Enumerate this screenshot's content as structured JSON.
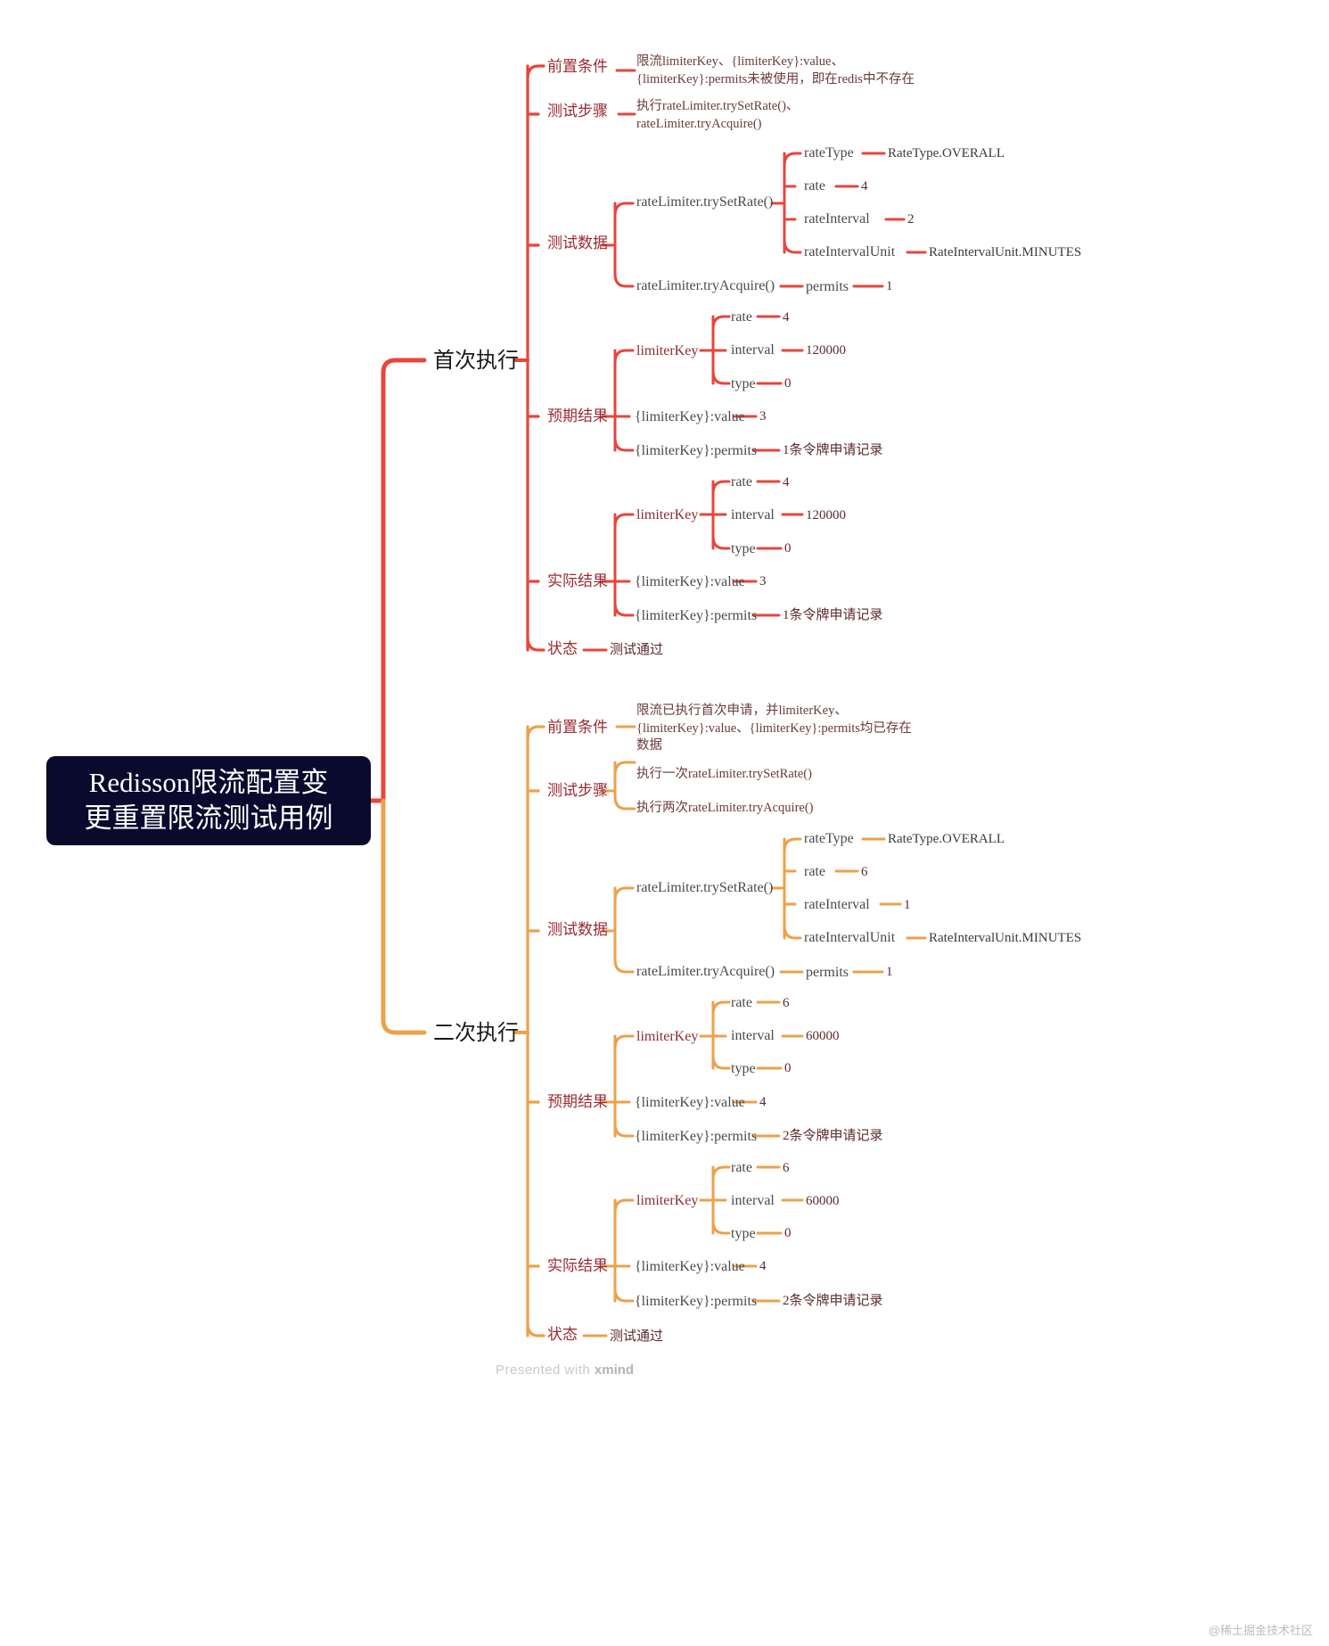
{
  "root": {
    "line1": "Redisson限流配置变",
    "line2": "更重置限流测试用例",
    "bg": "#0a0a2e",
    "color": "#ffffff"
  },
  "branches": [
    {
      "title": "首次执行",
      "color": "#e8453c",
      "sections": {
        "precondition_label": "前置条件",
        "precondition_text": "限流limiterKey、{limiterKey}:value、{limiterKey}:permits未被使用，即在redis中不存在",
        "steps_label": "测试步骤",
        "steps_text": "执行rateLimiter.trySetRate()、rateLimiter.tryAcquire()",
        "testdata_label": "测试数据",
        "trySetRate_label": "rateLimiter.trySetRate()",
        "trySetRate_params": [
          {
            "key": "rateType",
            "value": "RateType.OVERALL"
          },
          {
            "key": "rate",
            "value": "4"
          },
          {
            "key": "rateInterval",
            "value": "2"
          },
          {
            "key": "rateIntervalUnit",
            "value": "RateIntervalUnit.MINUTES"
          }
        ],
        "tryAcquire_label": "rateLimiter.tryAcquire()",
        "tryAcquire_param": {
          "key": "permits",
          "value": "1"
        },
        "expected_label": "预期结果",
        "expected_limiterKey": "limiterKey",
        "expected_limiterKey_fields": [
          {
            "key": "rate",
            "value": "4"
          },
          {
            "key": "interval",
            "value": "120000"
          },
          {
            "key": "type",
            "value": "0"
          }
        ],
        "expected_value_key": "{limiterKey}:value",
        "expected_value_val": "3",
        "expected_permits_key": "{limiterKey}:permits",
        "expected_permits_val": "1条令牌申请记录",
        "actual_label": "实际结果",
        "actual_limiterKey": "limiterKey",
        "actual_limiterKey_fields": [
          {
            "key": "rate",
            "value": "4"
          },
          {
            "key": "interval",
            "value": "120000"
          },
          {
            "key": "type",
            "value": "0"
          }
        ],
        "actual_value_key": "{limiterKey}:value",
        "actual_value_val": "3",
        "actual_permits_key": "{limiterKey}:permits",
        "actual_permits_val": "1条令牌申请记录",
        "status_label": "状态",
        "status_value": "测试通过"
      }
    },
    {
      "title": "二次执行",
      "color": "#eda14a",
      "sections": {
        "precondition_label": "前置条件",
        "precondition_text": "限流已执行首次申请，并limiterKey、{limiterKey}:value、{limiterKey}:permits均已存在数据",
        "steps_label": "测试步骤",
        "steps_text_1": "执行一次rateLimiter.trySetRate()",
        "steps_text_2": "执行两次rateLimiter.tryAcquire()",
        "testdata_label": "测试数据",
        "trySetRate_label": "rateLimiter.trySetRate()",
        "trySetRate_params": [
          {
            "key": "rateType",
            "value": "RateType.OVERALL"
          },
          {
            "key": "rate",
            "value": "6"
          },
          {
            "key": "rateInterval",
            "value": "1"
          },
          {
            "key": "rateIntervalUnit",
            "value": "RateIntervalUnit.MINUTES"
          }
        ],
        "tryAcquire_label": "rateLimiter.tryAcquire()",
        "tryAcquire_param": {
          "key": "permits",
          "value": "1"
        },
        "expected_label": "预期结果",
        "expected_limiterKey": "limiterKey",
        "expected_limiterKey_fields": [
          {
            "key": "rate",
            "value": "6"
          },
          {
            "key": "interval",
            "value": "60000"
          },
          {
            "key": "type",
            "value": "0"
          }
        ],
        "expected_value_key": "{limiterKey}:value",
        "expected_value_val": "4",
        "expected_permits_key": "{limiterKey}:permits",
        "expected_permits_val": "2条令牌申请记录",
        "actual_label": "实际结果",
        "actual_limiterKey": "limiterKey",
        "actual_limiterKey_fields": [
          {
            "key": "rate",
            "value": "6"
          },
          {
            "key": "interval",
            "value": "60000"
          },
          {
            "key": "type",
            "value": "0"
          }
        ],
        "actual_value_key": "{limiterKey}:value",
        "actual_value_val": "4",
        "actual_permits_key": "{limiterKey}:permits",
        "actual_permits_val": "2条令牌申请记录",
        "status_label": "状态",
        "status_value": "测试通过"
      }
    }
  ],
  "footer": {
    "presented_prefix": "Presented with ",
    "presented_brand": "xmind",
    "watermark": "@稀土掘金技术社区"
  }
}
